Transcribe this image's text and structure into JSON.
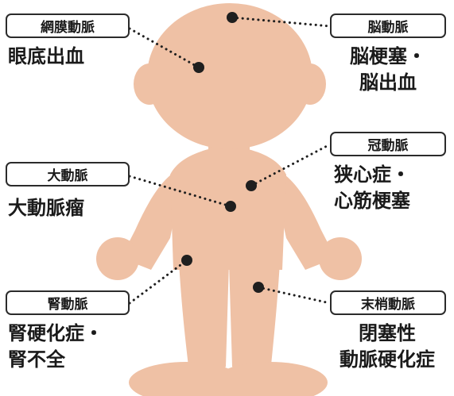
{
  "colors": {
    "skin": "#efc1a5",
    "text": "#1a1a1a",
    "dots": "#1f1f1f"
  },
  "callouts": {
    "retinal": {
      "artery": "網膜動脈",
      "disease": [
        "眼底出血"
      ]
    },
    "cerebral": {
      "artery": "脳動脈",
      "disease": [
        "脳梗塞・",
        "脳出血"
      ]
    },
    "coronary": {
      "artery": "冠動脈",
      "disease": [
        "狭心症・",
        "心筋梗塞"
      ]
    },
    "aorta": {
      "artery": "大動脈",
      "disease": [
        "大動脈瘤"
      ]
    },
    "renal": {
      "artery": "腎動脈",
      "disease": [
        "腎硬化症・",
        "腎不全"
      ]
    },
    "peripheral": {
      "artery": "末梢動脈",
      "disease": [
        "閉塞性",
        "動脈硬化症"
      ]
    }
  }
}
